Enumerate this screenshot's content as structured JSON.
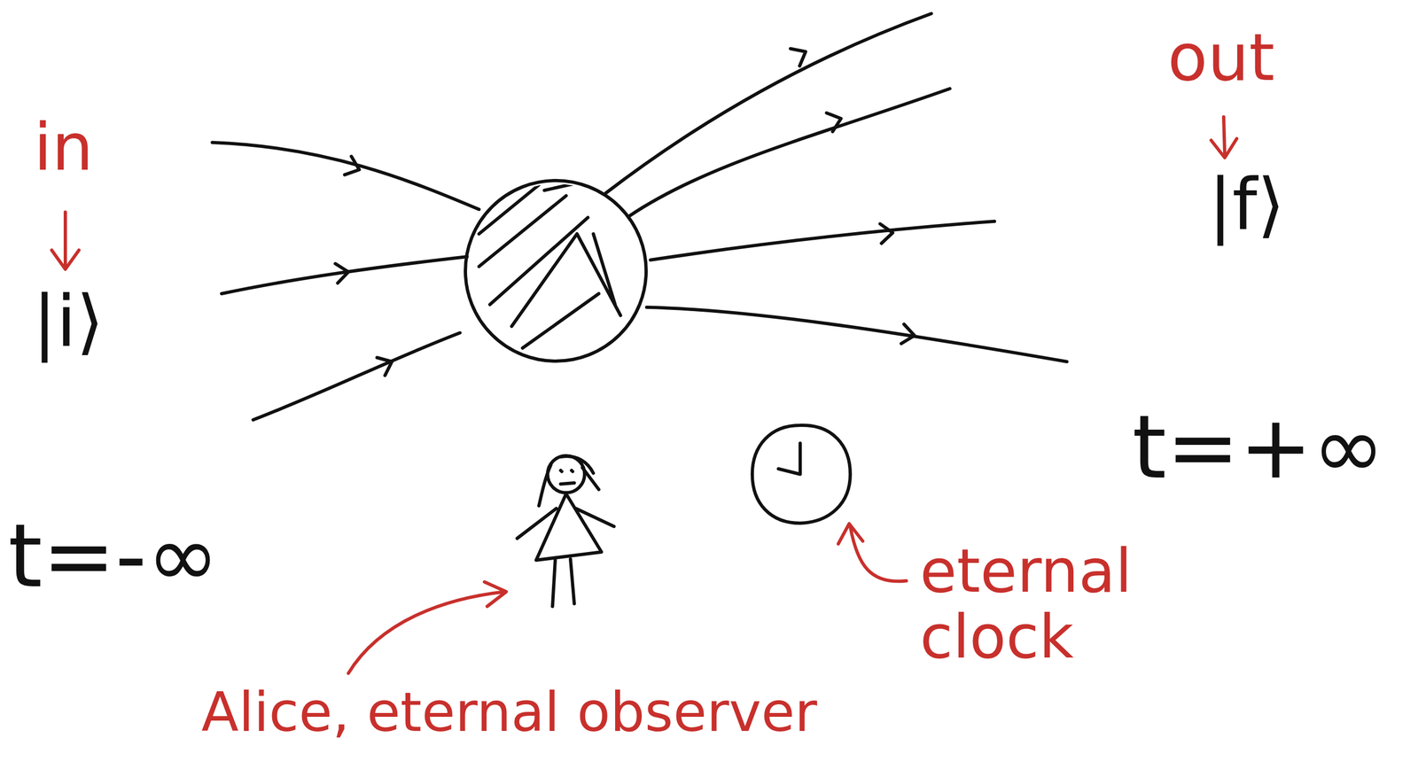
{
  "diagram": {
    "labels": [
      "in",
      "|i⟩",
      "out",
      "|f⟩",
      "t=-∞",
      "t=+∞",
      "eternal clock",
      "Alice, eternal observer"
    ]
  }
}
